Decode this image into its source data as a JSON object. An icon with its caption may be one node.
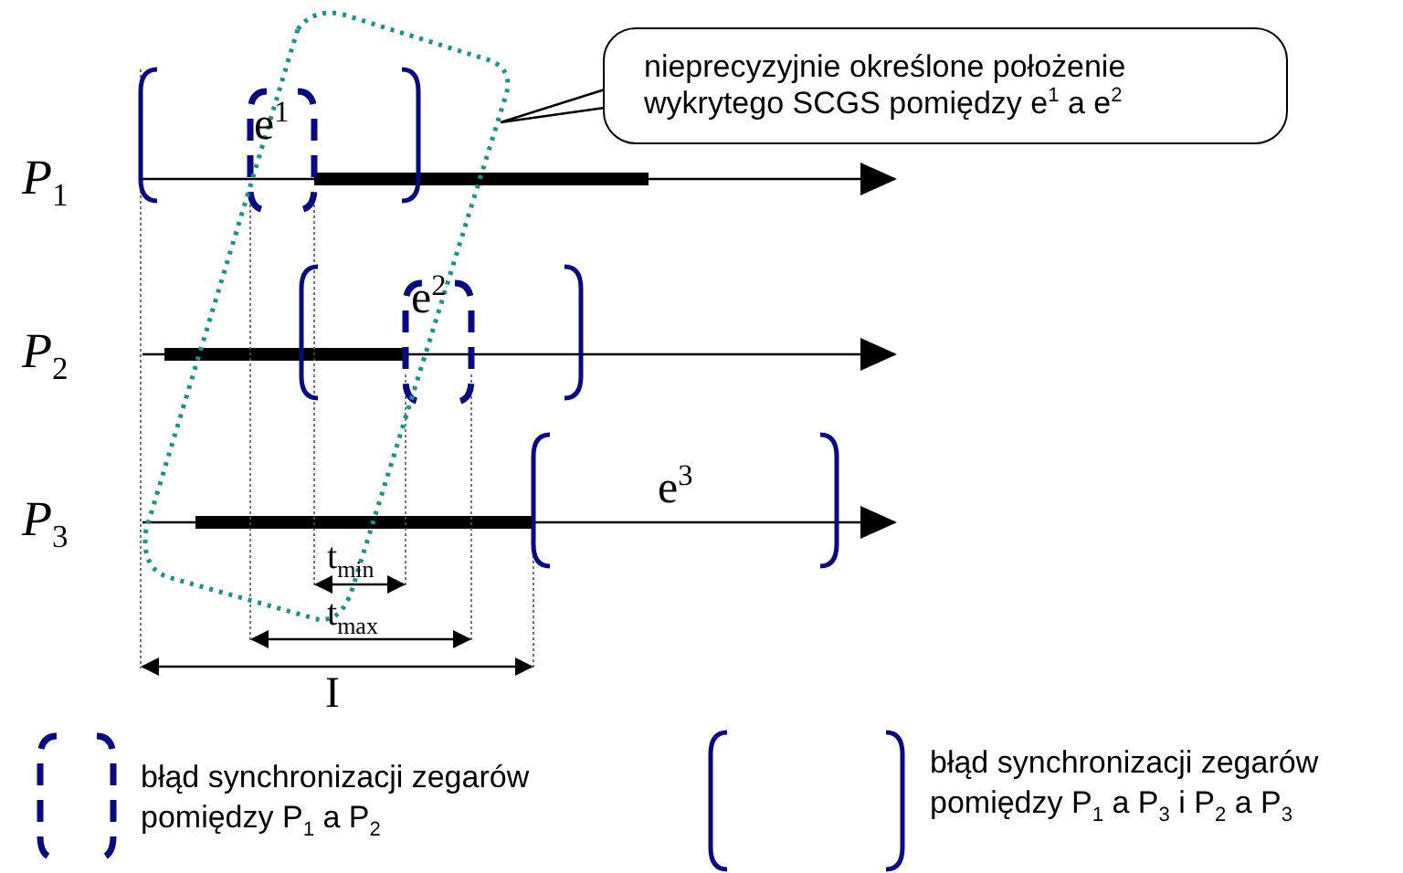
{
  "diagram": {
    "nodes": [
      {
        "text": [
          "nieprecyzyjnie określone położenie wykrytego SCGS pomiędzy e$^{1}$ a e$^{2}$"
        ]
      },
      {
        "text": [],
        "shape": "box"
      }
    ],
    "edges": [
      {
        "from": 0,
        "to": 1,
        "arrow": "none"
      }
    ],
    "labels": [
      "*P*$_{1}$",
      "*P*$_{2}$",
      "*P*$_{3}$",
      "e$^{1}$",
      "e$^{2}$",
      "e$^{3}$",
      "t$_{min}$",
      "t$_{max}$",
      "I"
    ],
    "legend": [
      {
        "text": "błąd synchronizacji zegarów pomiędzy P$_{1}$ a P$_{2}$"
      },
      {
        "text": "błąd synchronizacji zegarów pomiędzy P$_{1}$ a P$_{3}$ i P$_{2}$ a P$_{3}$"
      }
    ]
  }
}
